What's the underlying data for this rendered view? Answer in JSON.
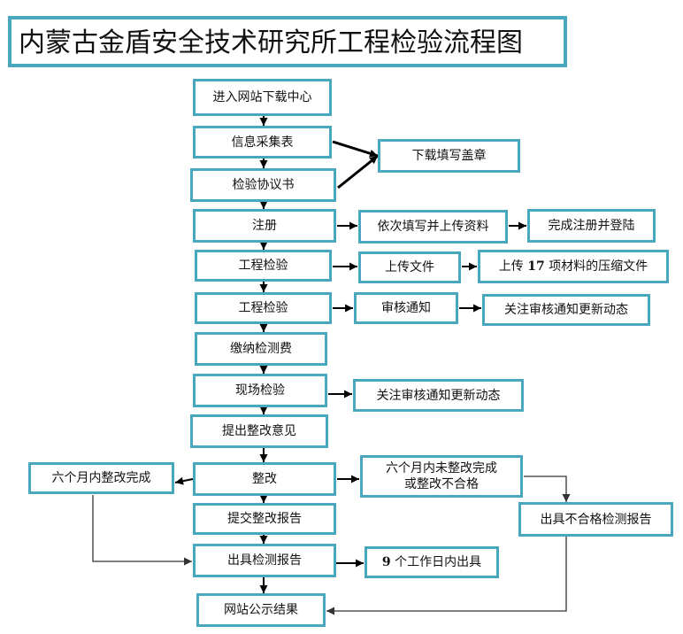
{
  "title": "内蒙古金盾安全技术研究所工程检验流程图",
  "colors": {
    "box_border": "#4aa8be",
    "arrow": "#000000",
    "thin_line": "#333333"
  },
  "steps": {
    "enter": "进入网站下载中心",
    "info_form": "信息采集表",
    "protocol": "检验协议书",
    "register": "注册",
    "inspect1": "工程检验",
    "inspect2": "工程检验",
    "pay": "缴纳检测费",
    "site": "现场检验",
    "opinion": "提出整改意见",
    "rectify": "整改",
    "submit_report": "提交整改报告",
    "issue_report": "出具检测报告",
    "publish": "网站公示结果"
  },
  "side": {
    "download_stamp": "下载填写盖章",
    "fill_upload": "依次填写并上传资料",
    "finish_register": "完成注册并登陆",
    "upload_file": "上传文件",
    "upload17_a": "上传",
    "upload17_num": "17",
    "upload17_b": "项材料的压缩文件",
    "review_notice": "审核通知",
    "follow1": "关注审核通知更新动态",
    "follow2": "关注审核通知更新动态",
    "six_done": "六个月内整改完成",
    "six_not_1": "六个月内未整改完成",
    "six_not_2": "或整改不合格",
    "fail_report": "出具不合格检测报告",
    "nine_days_num": "9",
    "nine_days_text": "个工作日内出具"
  }
}
